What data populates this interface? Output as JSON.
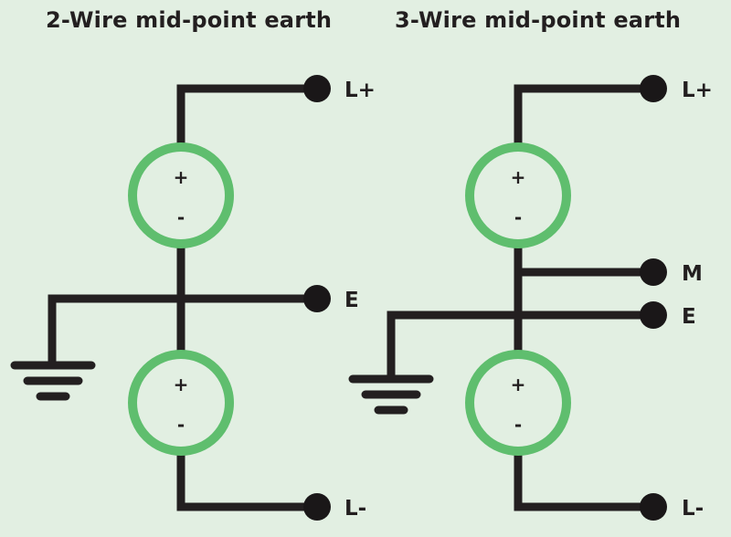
{
  "titles": {
    "left": "2-Wire mid-point earth",
    "right": "3-Wire mid-point earth"
  },
  "left_diagram": {
    "terminals": {
      "top": "L+",
      "earth": "E",
      "bottom": "L-"
    },
    "upper_source": {
      "plus": "+",
      "minus": "-"
    },
    "lower_source": {
      "plus": "+",
      "minus": "-"
    }
  },
  "right_diagram": {
    "terminals": {
      "top": "L+",
      "mid": "M",
      "earth": "E",
      "bottom": "L-"
    },
    "upper_source": {
      "plus": "+",
      "minus": "-"
    },
    "lower_source": {
      "plus": "+",
      "minus": "-"
    }
  },
  "colors": {
    "background": "#e2efe2",
    "wire": "#231f20",
    "source_ring": "#5fbe6e",
    "terminal": "#1a1718"
  }
}
